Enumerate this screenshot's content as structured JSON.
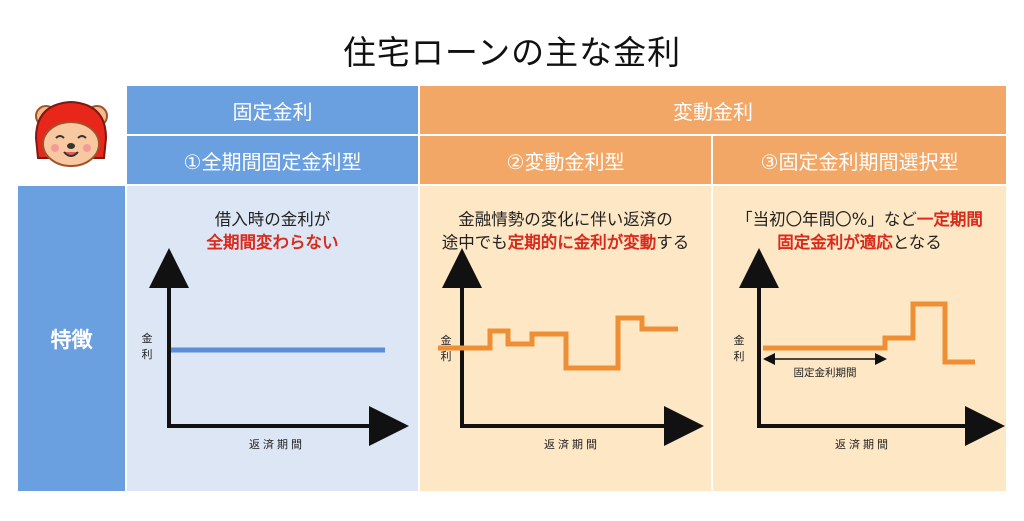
{
  "title": "住宅ローンの主な金利",
  "header": {
    "fixed": "固定金利",
    "variable": "変動金利"
  },
  "columns": [
    {
      "label": "①全期間固定金利型",
      "desc_line1": "借入時の金利が",
      "desc_line2_plain": "",
      "desc_line2_red": "全期間変わらない",
      "desc_line2_tail": ""
    },
    {
      "label": "②変動金利型",
      "desc_line1": "金融情勢の変化に伴い返済の",
      "desc_line2_plain": "途中でも",
      "desc_line2_red": "定期的に金利が変動",
      "desc_line2_tail": "する"
    },
    {
      "label": "③固定金利期間選択型",
      "desc_line1_plain": "「当初〇年間〇%」など",
      "desc_line1_red": "一定期間",
      "desc_line2_red": "固定金利が適応",
      "desc_line2_tail": "となる"
    }
  ],
  "row_label": "特徴",
  "axis": {
    "y_label_1": "金",
    "y_label_2": "利",
    "x_label": "返済期間"
  },
  "fixed_period_label": "固定金利期間",
  "colors": {
    "blue": "#6a9fe0",
    "orange": "#f2a766",
    "light_blue": "#dde6f5",
    "light_orange": "#fde7c5",
    "line_blue": "#5b8ed6",
    "line_orange": "#ee8f35",
    "emphasis_red": "#d92a1c"
  }
}
